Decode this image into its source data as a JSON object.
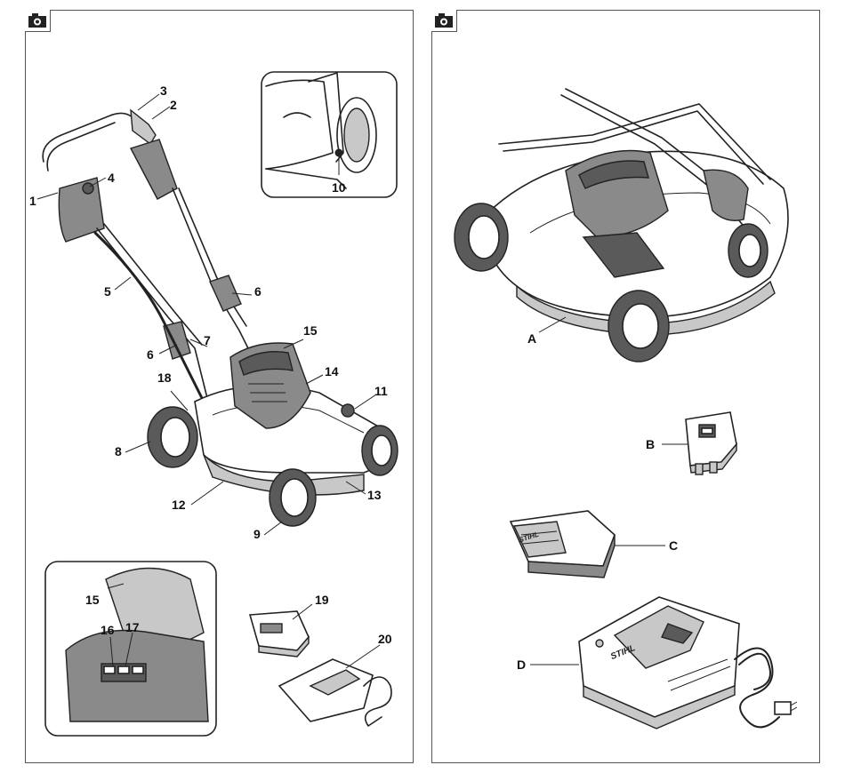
{
  "panels": {
    "left": {
      "icon": "camera-icon"
    },
    "right": {
      "icon": "camera-icon"
    }
  },
  "left_labels": {
    "l1": "1",
    "l2": "2",
    "l3": "3",
    "l4": "4",
    "l5": "5",
    "l6a": "6",
    "l6b": "6",
    "l7": "7",
    "l8": "8",
    "l9": "9",
    "l10": "10",
    "l11": "11",
    "l12": "12",
    "l13": "13",
    "l14": "14",
    "l15a": "15",
    "l15b": "15",
    "l16": "16",
    "l17": "17",
    "l18": "18",
    "l19": "19",
    "l20": "20"
  },
  "right_labels": {
    "A": "A",
    "B": "B",
    "C": "C",
    "D": "D"
  },
  "charger_logo": "STIHL",
  "battery_logo": "STIHL"
}
